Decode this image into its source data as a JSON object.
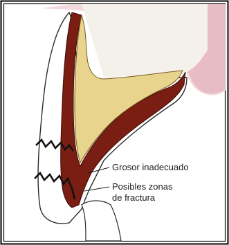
{
  "figure": {
    "labels": {
      "thickness": "Grosor inadecuado",
      "fracture_line1": "Posibles zonas",
      "fracture_line2": "de fractura"
    },
    "colors": {
      "frame": "#000000",
      "gingiva_pink": "#e7bcc4",
      "gingiva_light": "#f3d9de",
      "tooth_preparation": "#e9d48d",
      "metal_coping": "#7a1d12",
      "porcelain": "#ffffff",
      "outline": "#2a2a2a",
      "fracture_line": "#111111"
    }
  }
}
